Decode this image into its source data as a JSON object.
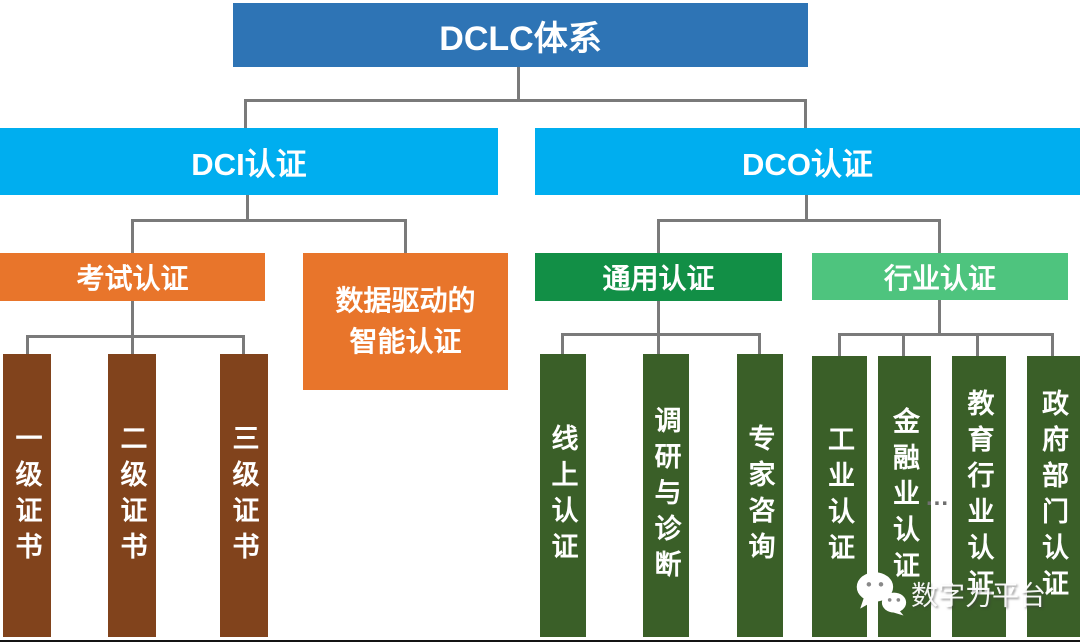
{
  "root": {
    "label": "DCLC体系"
  },
  "level1": {
    "dci": "DCI认证",
    "dco": "DCO认证"
  },
  "level2": {
    "exam": "考试认证",
    "smart_line1": "数据驱动的",
    "smart_line2": "智能认证",
    "general": "通用认证",
    "industry": "行业认证"
  },
  "exam_certs": [
    "一级证书",
    "二级证书",
    "三级证书"
  ],
  "general_items": [
    "线上认证",
    "调研与诊断",
    "专家咨询"
  ],
  "industry_items": [
    "工业认证",
    "金融业认证",
    "教育行业认证",
    "政府部门认证"
  ],
  "industry_ellipsis": "...",
  "watermark": {
    "text": "数字力平台",
    "icon": "wechat-icon"
  },
  "colors": {
    "root_bg": "#2E74B5",
    "level1_bg": "#00AEEF",
    "orange_bg": "#E8752B",
    "general_bg": "#128F46",
    "industry_bg": "#4EC47E",
    "cert_bar_bg": "#81431C",
    "item_bar_bg": "#3A5F28",
    "connector": "#7A7A7A"
  }
}
